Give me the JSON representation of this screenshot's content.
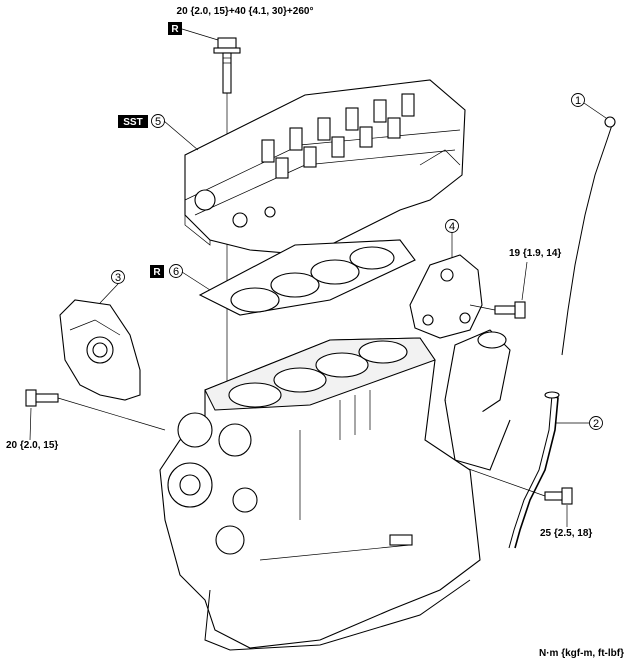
{
  "torques": {
    "head_bolt": "20 {2.0, 15}+40 {4.1, 30}+260°",
    "mount_bolt": "19 {1.9, 14}",
    "cover_bolt": "20 {2.0, 15}",
    "dipstick_bolt": "25 {2.5, 18}"
  },
  "badges": {
    "replace_1": "R",
    "replace_2": "R",
    "sst": "SST"
  },
  "callouts": {
    "c1": "1",
    "c2": "2",
    "c3": "3",
    "c4": "4",
    "c5": "5",
    "c6": "6"
  },
  "units": "N·m {kgf-m, ft-lbf}"
}
